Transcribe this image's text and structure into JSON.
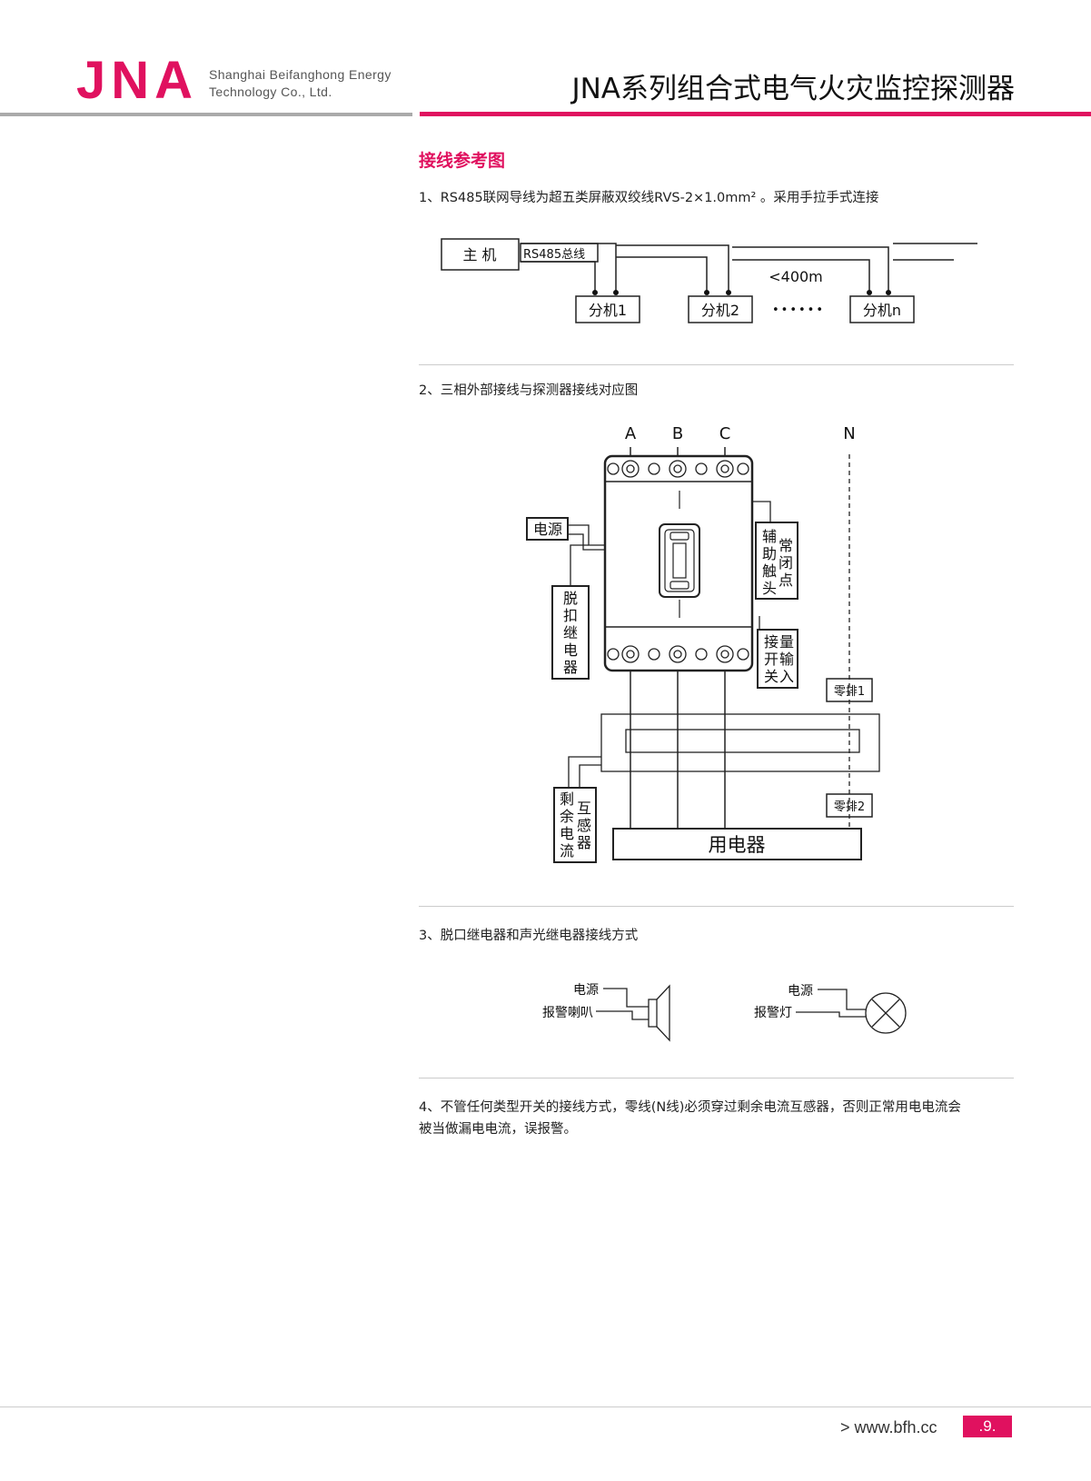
{
  "header": {
    "logo_text": "JNA",
    "company_line1": "Shanghai Beifanghong Energy",
    "company_line2": "Technology Co., Ltd.",
    "doc_title": "JNA系列组合式电气火灾监控探测器"
  },
  "section_title": "接线参考图",
  "items": {
    "item1": "1、RS485联网导线为超五类屏蔽双绞线RVS-2×1.0mm² 。采用手拉手式连接",
    "item2": "2、三相外部接线与探测器接线对应图",
    "item3": "3、脱口继电器和声光继电器接线方式",
    "item4_line1": "4、不管任何类型开关的接线方式，零线(N线)必须穿过剩余电流互感器，否则正常用电电流会",
    "item4_line2": "被当做漏电电流，误报警。"
  },
  "diagram1": {
    "host": "主 机",
    "bus": "RS485总线",
    "distance": "<400m",
    "slave1": "分机1",
    "slave2": "分机2",
    "ellipsis": "••••••",
    "slave_n": "分机n"
  },
  "diagram2": {
    "phase_a": "A",
    "phase_b": "B",
    "phase_c": "C",
    "neutral": "N",
    "power": "电源",
    "trip_relay": [
      "脱",
      "扣",
      "继",
      "电",
      "器"
    ],
    "aux_col1": [
      "辅",
      "助",
      "触",
      "头"
    ],
    "aux_col2": [
      "常",
      "闭",
      "点"
    ],
    "switch_col1": [
      "接",
      "开",
      "关"
    ],
    "switch_col2": [
      "量",
      "输",
      "入"
    ],
    "neutral_bar1": "零排1",
    "neutral_bar2": "零排2",
    "rcct_col1": [
      "剩",
      "余",
      "电",
      "流"
    ],
    "rcct_col2": [
      "互",
      "感",
      "器"
    ],
    "load": "用电器"
  },
  "diagram3": {
    "power_left": "电源",
    "horn": "报警喇叭",
    "power_right": "电源",
    "lamp": "报警灯"
  },
  "footer": {
    "url": "> www.bfh.cc",
    "page": ".9."
  },
  "colors": {
    "brand": "#e0115f",
    "gray_bar": "#aaaaaa"
  }
}
